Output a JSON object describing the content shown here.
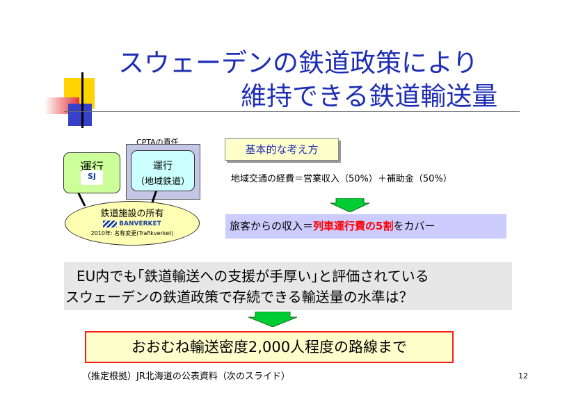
{
  "title": {
    "line1": "スウェーデンの鉄道政策により",
    "line2": "維持できる鉄道輸送量"
  },
  "diagram": {
    "cpta_label": "CPTAの責任",
    "operation_left": "運行",
    "sj_logo": "SJ",
    "operation_right": {
      "line1": "運行",
      "line2": "（地域鉄道）"
    },
    "ownership": {
      "label": "鉄道施設の所有",
      "logo_text": "BANVERKET",
      "note": "2010年: 名称変更(Trafikverket)"
    }
  },
  "basic_idea": {
    "label": "基本的な考え方",
    "formula": "地域交通の経費＝営業収入（50%）＋補助金（50%）",
    "fare_prefix": "旅客からの収入＝",
    "fare_highlight": "列車運行費の5割",
    "fare_suffix": "をカバー"
  },
  "question": {
    "line1": "EU内でも｢鉄道輸送への支援が手厚い｣と評価されている",
    "line2": "スウェーデンの鉄道政策で存続できる輸送量の水準は？"
  },
  "answer": "おおむね輸送密度2,000人程度の路線まで",
  "basis": "（推定根拠）JR北海道の公表資料（次のスライド）",
  "page_number": "12",
  "colors": {
    "title": "#1d2db4",
    "arrow": "#00cc33",
    "highlight": "#ff0000",
    "answer_border": "#ff1a1a"
  }
}
